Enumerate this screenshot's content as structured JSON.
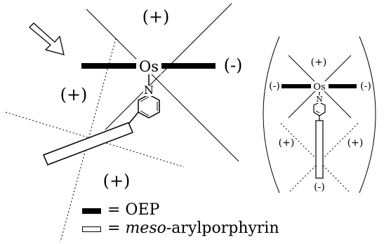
{
  "main": {
    "plus": "(+)",
    "minus": "(-)",
    "metal": "Os",
    "nitrogen": "N"
  },
  "inset": {
    "plus": "(+)",
    "minus": "(-)",
    "metal": "Os",
    "nitrogen": "N"
  },
  "legend": {
    "oep_label": "= OEP",
    "meso_italic": "meso",
    "meso_rest": "-arylporphyrin"
  },
  "colors": {
    "ink": "#000000",
    "background": "#ffffff"
  }
}
